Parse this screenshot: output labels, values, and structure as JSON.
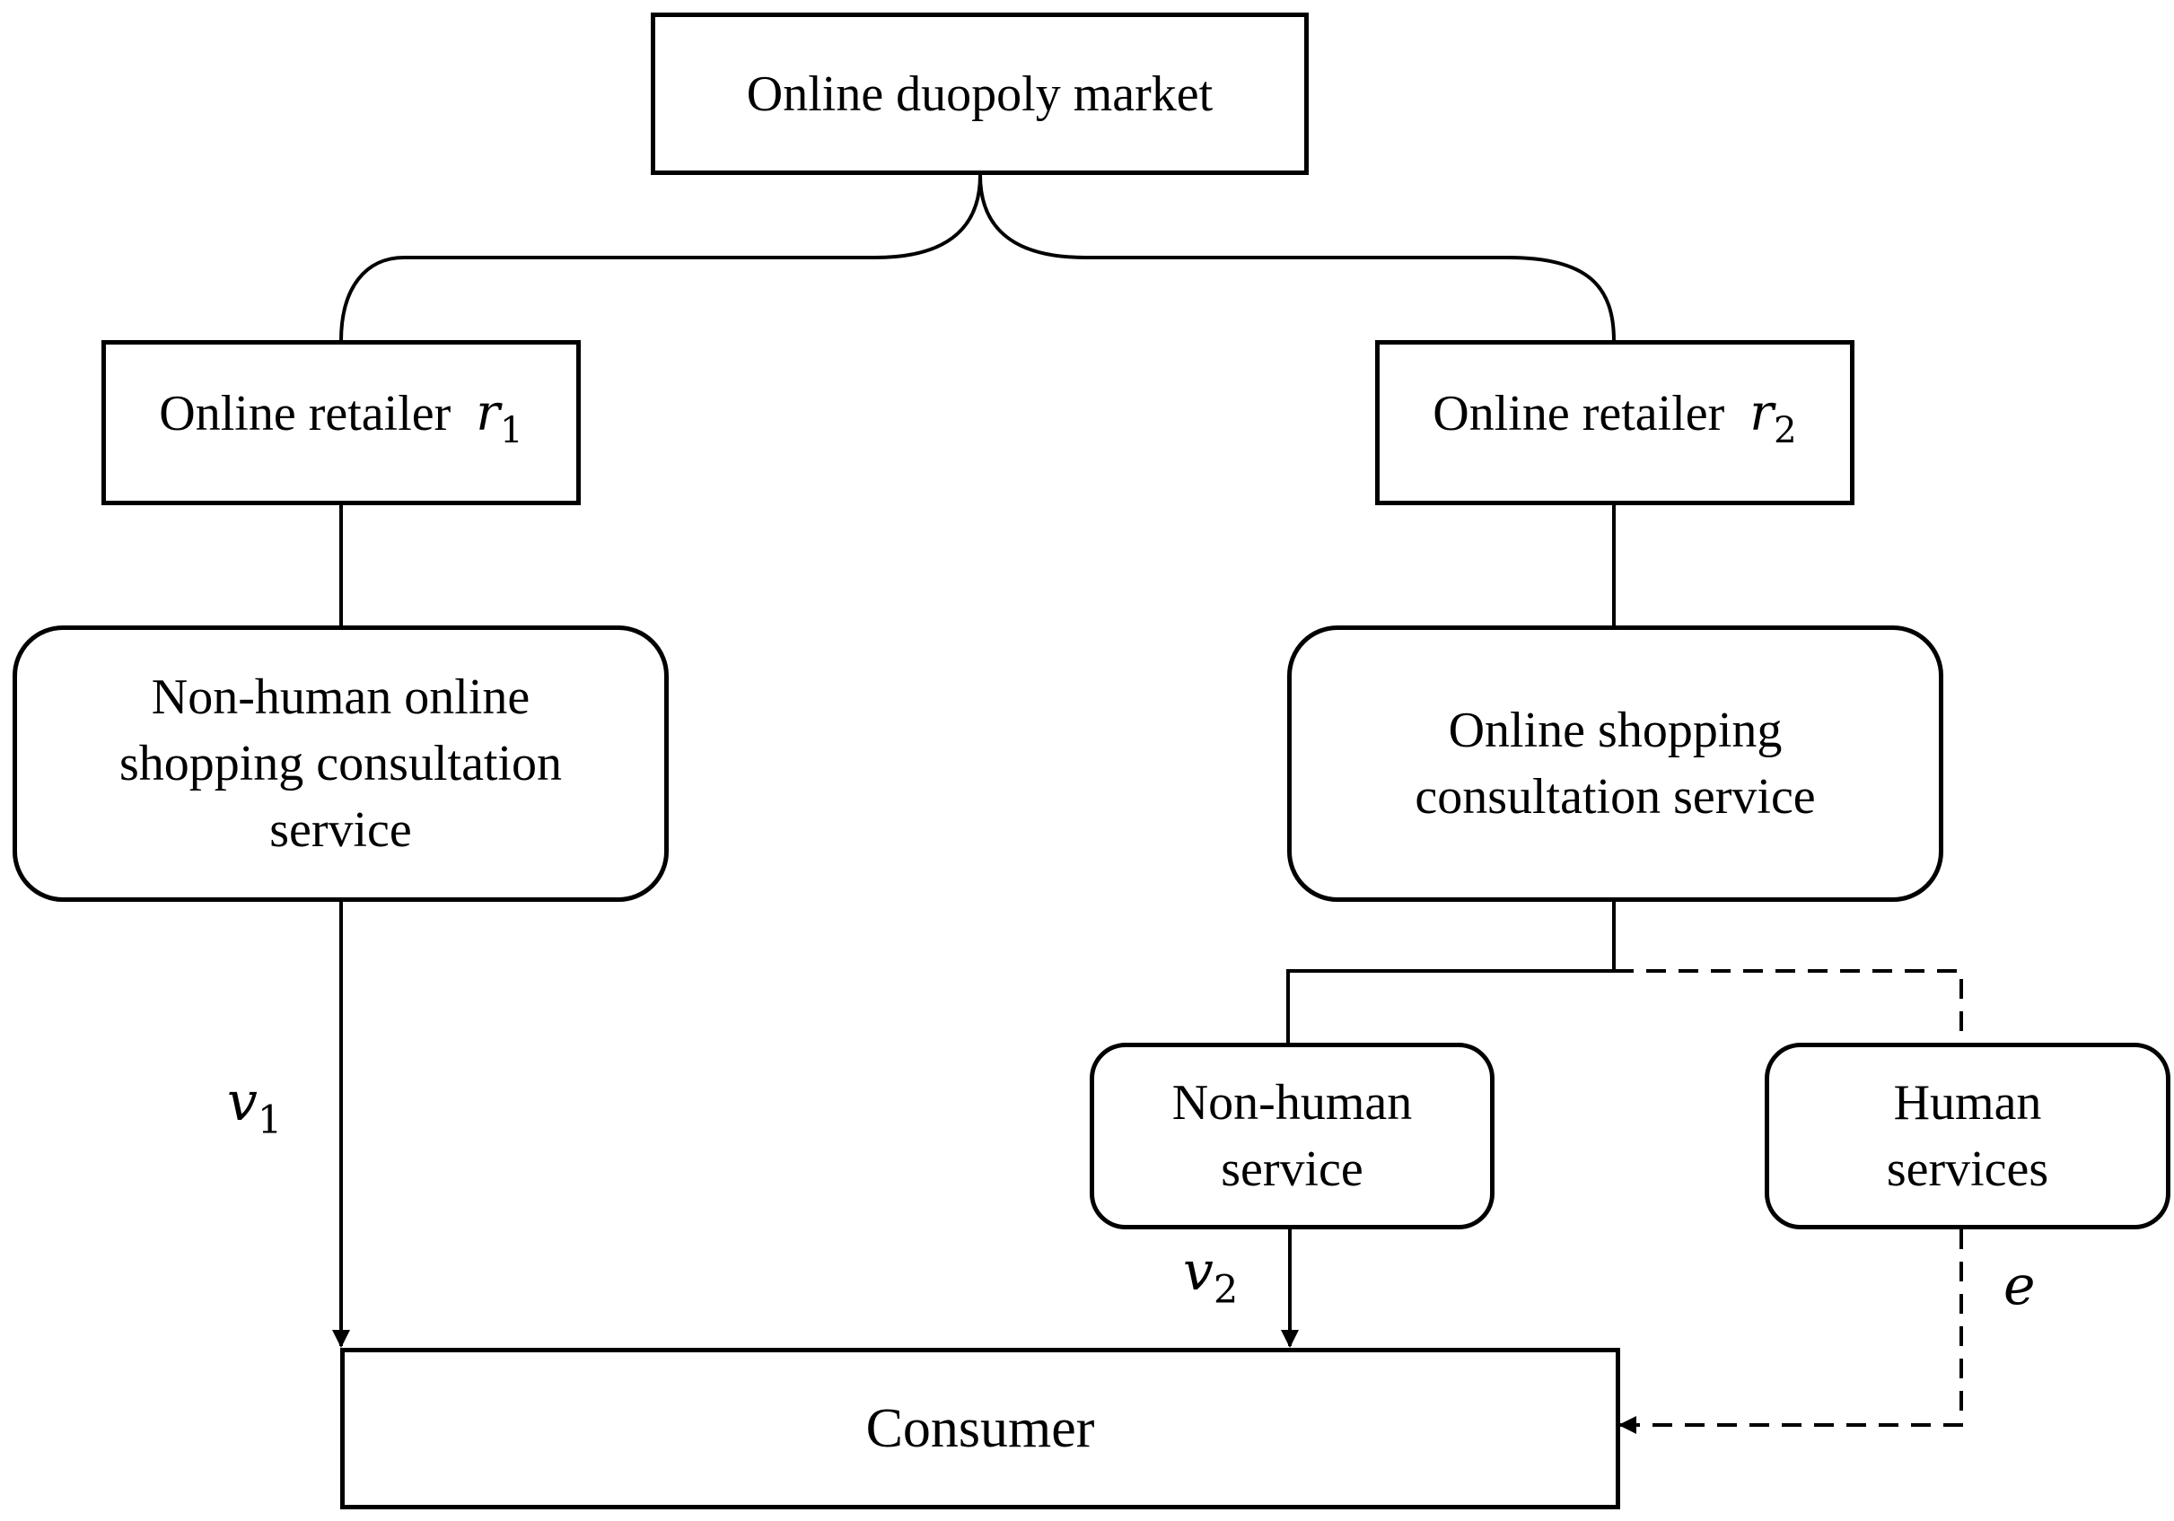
{
  "nodes": {
    "market": "Online duopoly market",
    "retailer1": {
      "text": "Online retailer",
      "var": "r",
      "sub": "1"
    },
    "retailer2": {
      "text": "Online retailer",
      "var": "r",
      "sub": "2"
    },
    "service_r1": [
      "Non-human online",
      "shopping consultation",
      "service"
    ],
    "service_r2": [
      "Online shopping",
      "consultation service"
    ],
    "nonhuman": [
      "Non-human",
      "service"
    ],
    "human": [
      "Human",
      "services"
    ],
    "consumer": "Consumer"
  },
  "edge_labels": {
    "v1": {
      "var": "v",
      "sub": "1"
    },
    "v2": {
      "var": "v",
      "sub": "2"
    },
    "e": "e"
  }
}
